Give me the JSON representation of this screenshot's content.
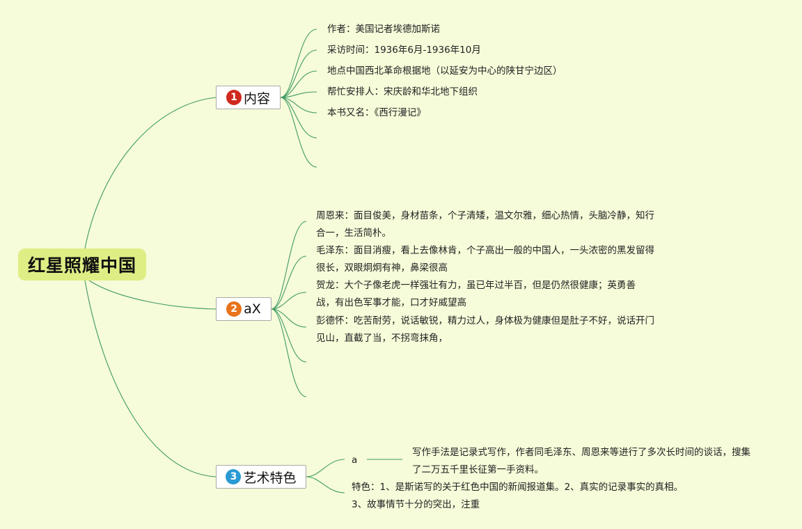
{
  "root": {
    "title": "红星照耀中国"
  },
  "colors": {
    "line": "#3f9a66",
    "badge1": "#d0281e",
    "badge2": "#e8731a",
    "badge3": "#2a9ad5",
    "root_fill": "#dfee84",
    "background": "#f6fbd9"
  },
  "branches": [
    {
      "number": "1",
      "label": "内容",
      "items": [
        "作者：美国记者埃德加斯诺",
        "采访时间：1936年6月-1936年10月",
        "地点中国西北革命根据地（以延安为中心的陕甘宁边区）",
        "帮忙安排人：宋庆龄和华北地下组织",
        "本书又名：《西行漫记》"
      ]
    },
    {
      "number": "2",
      "label": "aX",
      "items": [
        "周恩来：面目俊美，身材苗条，个子清矮，温文尔雅，细心热情，头脑冷静，知行合一，生活简朴。",
        "毛泽东：面目消瘦，看上去像林肯，个子高出一般的中国人，一头浓密的黑发留得很长，双眼炯炯有神，鼻梁很高",
        "贺龙：大个子像老虎一样强壮有力，虽已年过半百，但是仍然很健康；英勇善战，有出色军事才能，口才好威望高",
        "彭德怀：吃苦耐劳，说话敏锐，精力过人，身体极为健康但是肚子不好，说话开门见山，直截了当，不拐弯抹角，"
      ]
    },
    {
      "number": "3",
      "label": "艺术特色",
      "sub": {
        "label": "a",
        "child": "写作手法是记录式写作，作者同毛泽东、周恩来等进行了多次长时间的谈话，搜集了二万五千里长征第一手资料。"
      },
      "items": [
        "特色：1、是斯诺写的关于红色中国的新闻报道集。2、真实的记录事实的真相。3、故事情节十分的突出，注重"
      ]
    }
  ]
}
